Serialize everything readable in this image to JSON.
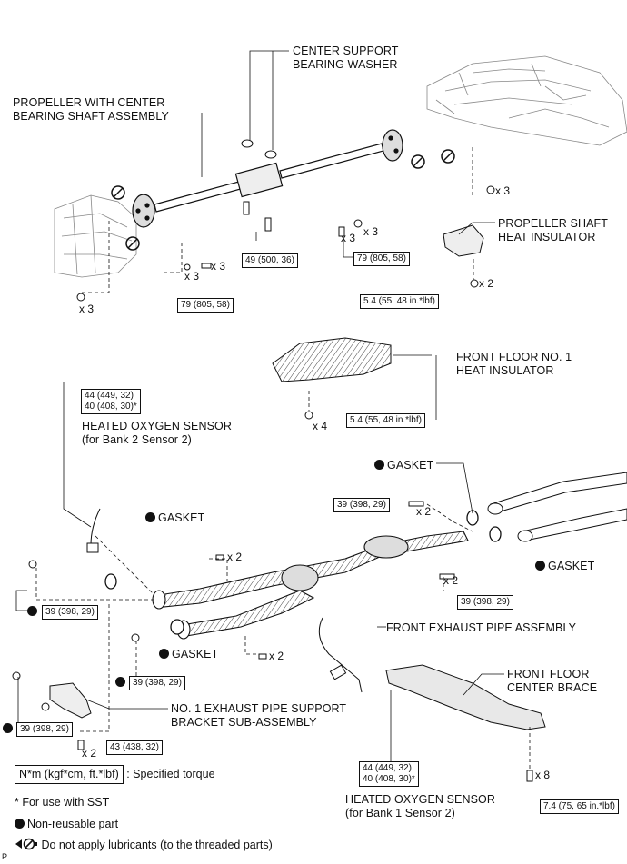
{
  "labels": {
    "center_support_washer": [
      "CENTER SUPPORT",
      "BEARING WASHER"
    ],
    "propeller_assembly": [
      "PROPELLER WITH CENTER",
      "BEARING SHAFT ASSEMBLY"
    ],
    "propeller_heat_insulator": [
      "PROPELLER SHAFT",
      "HEAT INSULATOR"
    ],
    "front_floor_no1_insulator": [
      "FRONT FLOOR NO. 1",
      "HEAT INSULATOR"
    ],
    "heated_o2_bank2": [
      "HEATED OXYGEN SENSOR",
      "(for Bank 2 Sensor 2)"
    ],
    "gasket_top_right": "GASKET",
    "gasket_left": "GASKET",
    "gasket_right": "GASKET",
    "gasket_center": "GASKET",
    "front_exhaust_pipe": "FRONT EXHAUST PIPE ASSEMBLY",
    "front_floor_brace": [
      "FRONT FLOOR",
      "CENTER BRACE"
    ],
    "exhaust_bracket": [
      "NO. 1 EXHAUST PIPE SUPPORT",
      "BRACKET SUB-ASSEMBLY"
    ],
    "heated_o2_bank1": [
      "HEATED OXYGEN SENSOR",
      "(for Bank 1 Sensor 2)"
    ]
  },
  "torques": {
    "t49": "49 (500, 36)",
    "t79_right": "79 (805, 58)",
    "t79_left": "79 (805, 58)",
    "t5_4_a": "5.4 (55, 48 in.*lbf)",
    "t5_4_b": "5.4 (55, 48 in.*lbf)",
    "o2_bank2": [
      "44 (449, 32)",
      "40 (408, 30)*"
    ],
    "t39_a": "39 (398, 29)",
    "t39_b": "39 (398, 29)",
    "t39_c": "39 (398, 29)",
    "t39_d": "39 (398, 29)",
    "t39_e": "39 (398, 29)",
    "t43": "43 (438, 32)",
    "o2_bank1": [
      "44 (449, 32)",
      "40 (408, 30)*"
    ],
    "t7_4": "7.4 (75, 65 in.*lbf)"
  },
  "quantities": {
    "q_x3_a": "x 3",
    "q_x3_b": "x 3",
    "q_x3_c": "x 3",
    "q_x3_d": "x 3",
    "q_x3_e": "x 3",
    "q_x2_a": "x 2",
    "q_x4": "x 4",
    "q_x2_b": "x 2",
    "q_x2_c": "x 2",
    "q_x2_d": "x 2",
    "q_x2_e": "x 2",
    "q_x8": "x 8"
  },
  "legend": {
    "unit_box": "N*m (kgf*cm, ft.*lbf)",
    "unit_desc": ": Specified torque",
    "sst_note": "* For use with SST",
    "non_reusable": "Non-reusable part",
    "no_lubricant": "Do not apply lubricants (to the threaded parts)",
    "corner_mark": "P"
  }
}
